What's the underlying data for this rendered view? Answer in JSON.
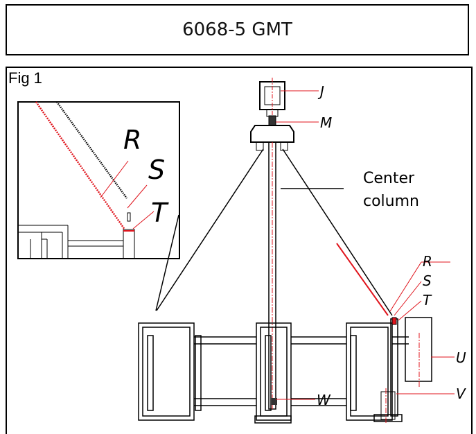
{
  "title": "6068-5 GMT",
  "figure": {
    "label": "Fig 1",
    "annotation_line1": "Center",
    "annotation_line2": "column",
    "callouts": {
      "J": "J",
      "M": "M",
      "R": "R",
      "S": "S",
      "T": "T",
      "U": "U",
      "V": "V",
      "W": "W"
    },
    "inset_callouts": {
      "R": "R",
      "S": "S",
      "T": "T"
    }
  },
  "colors": {
    "line": "#000000",
    "accent": "#e0141c"
  }
}
